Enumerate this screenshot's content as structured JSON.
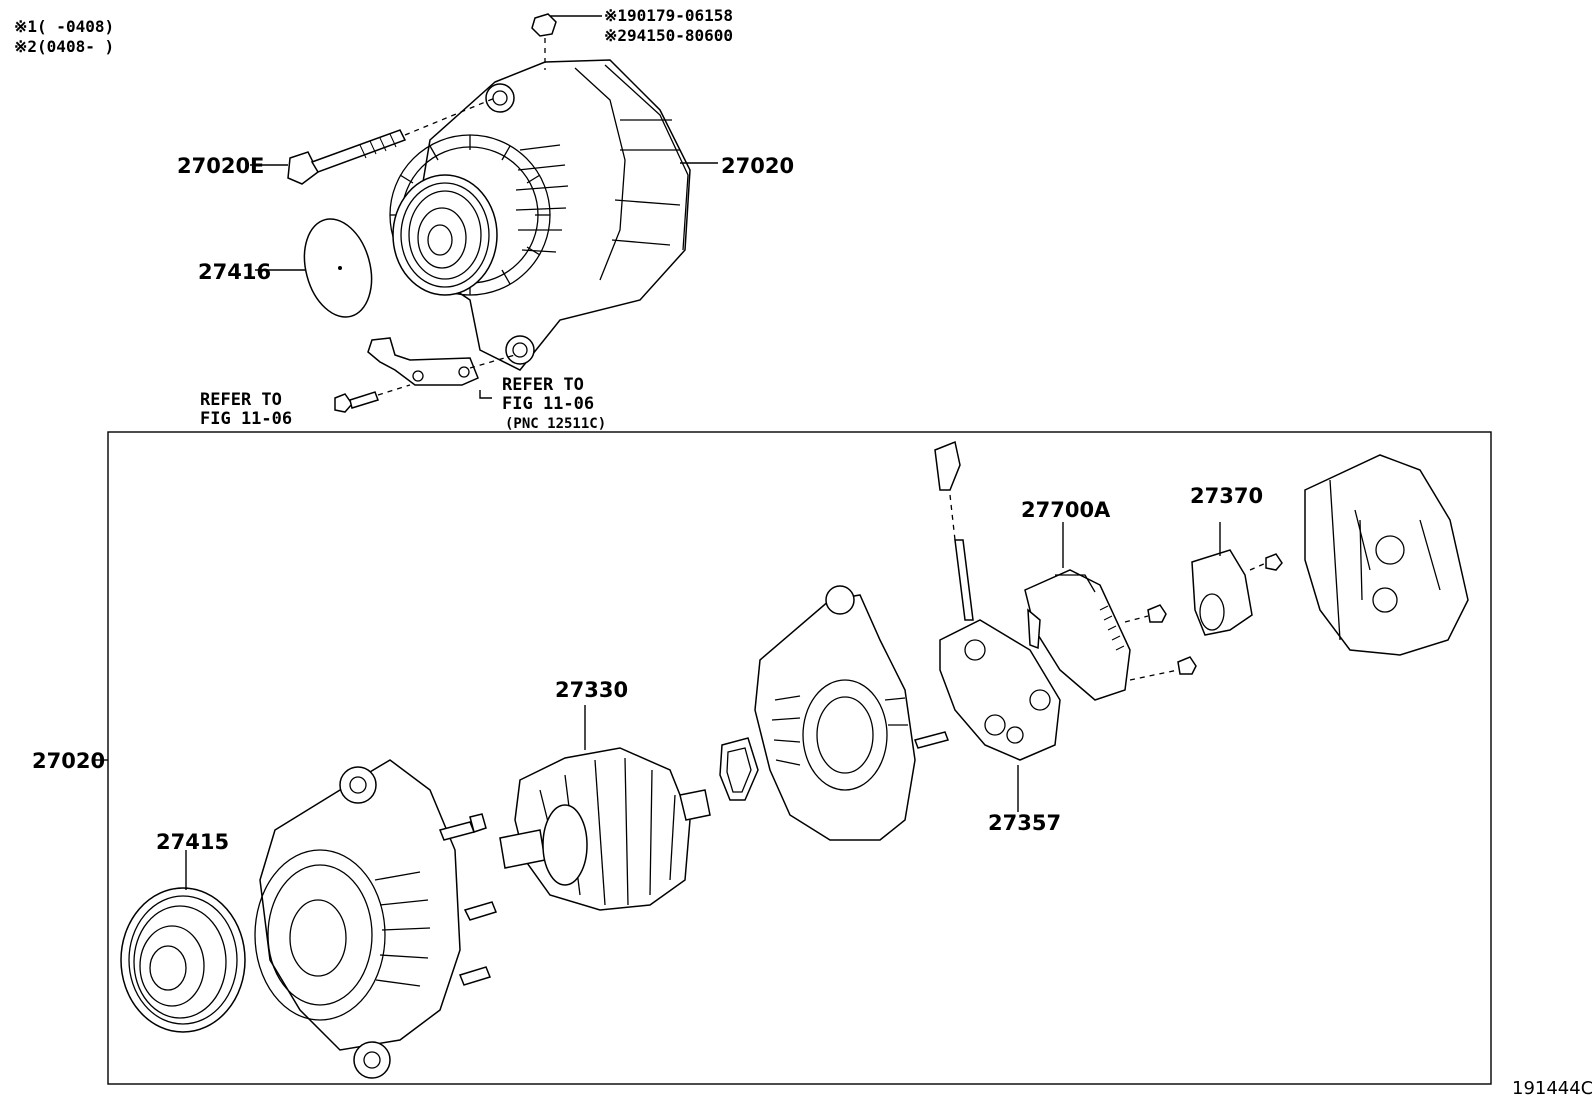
{
  "notes": {
    "n1": "※1(    -0408)",
    "n2": "※2(0408-    )",
    "bolt_part_1": "※190179-06158",
    "bolt_part_2": "※294150-80600"
  },
  "labels": {
    "p27020E": "27020E",
    "p27020_top": "27020",
    "p27416": "27416",
    "p27020_main": "27020",
    "p27415": "27415",
    "p27330": "27330",
    "p27357": "27357",
    "p27700A": "27700A",
    "p27370": "27370"
  },
  "refs": {
    "left_line1": "REFER TO",
    "left_line2": "FIG 11-06",
    "right_line1": "REFER TO",
    "right_line2": "FIG 11-06",
    "right_line3": "(PNC 12511C)"
  },
  "figure_id": "191444C"
}
